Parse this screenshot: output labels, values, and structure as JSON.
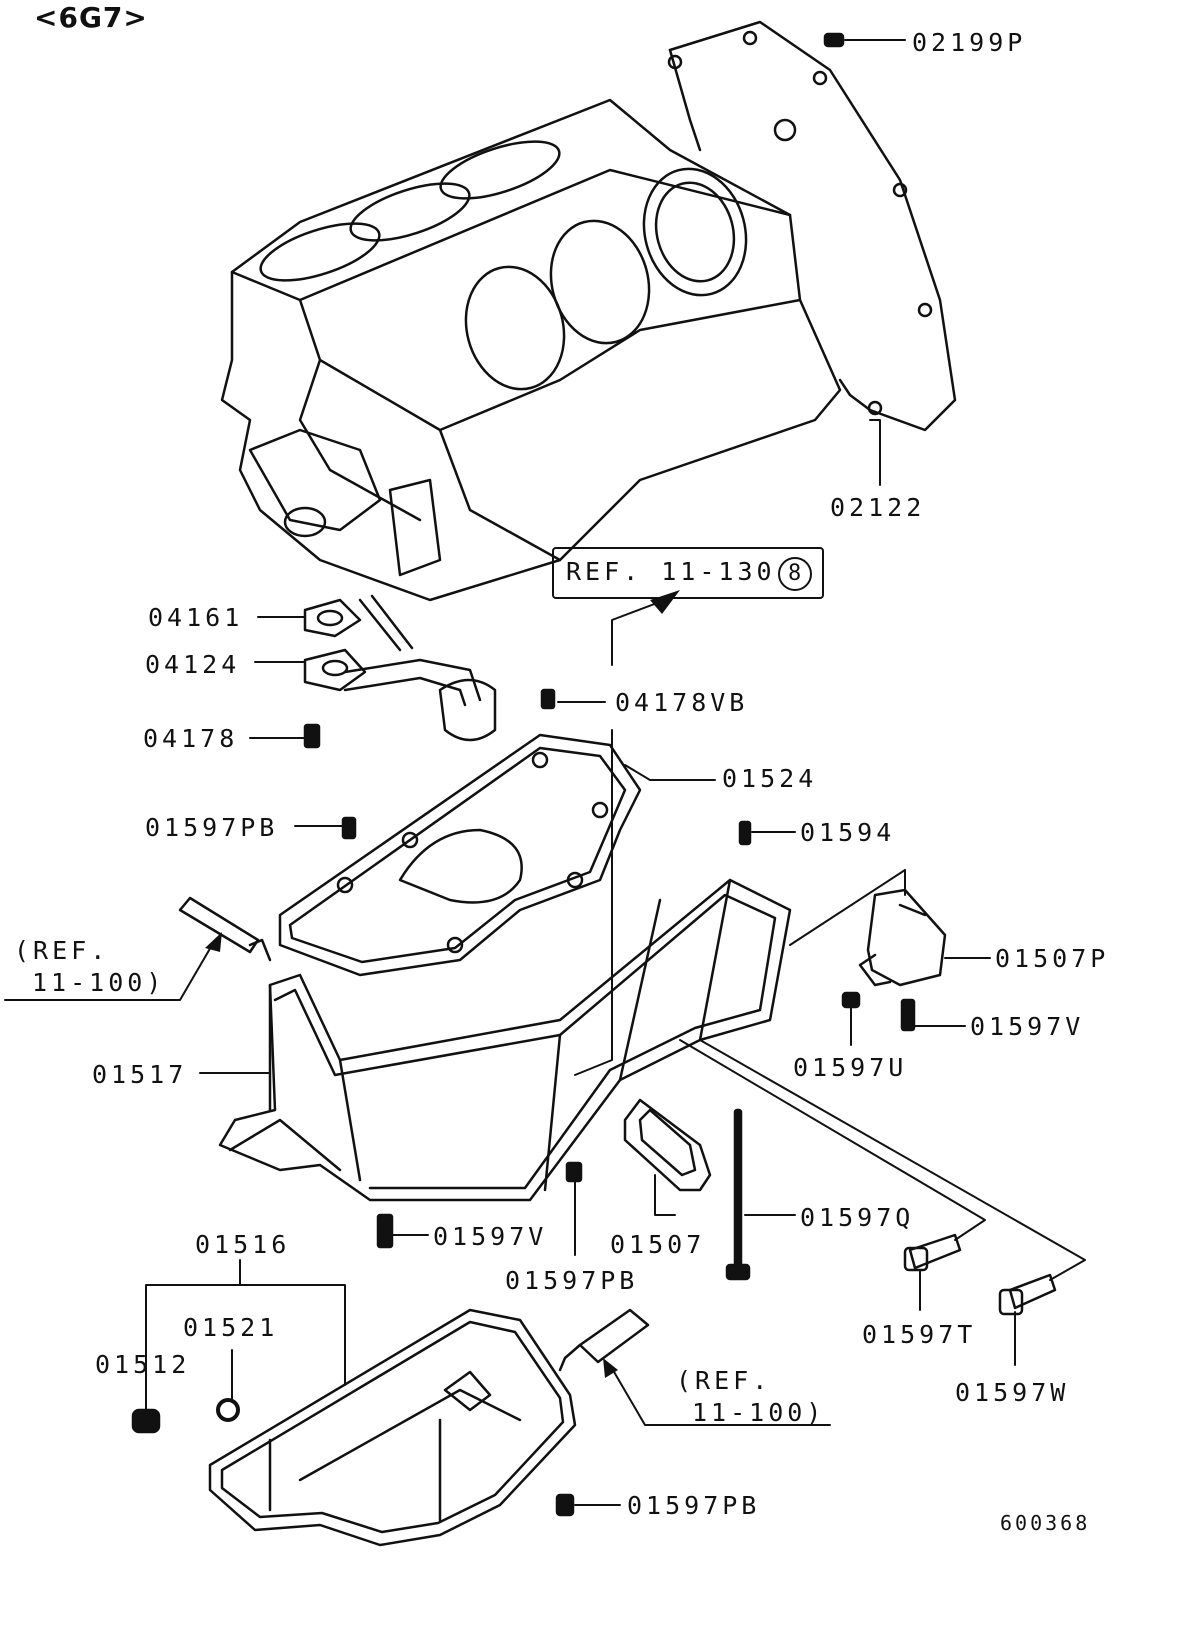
{
  "header": {
    "engine_code": "<6G7>"
  },
  "footer": {
    "diagram_number": "600368"
  },
  "colors": {
    "line": "#111111",
    "background": "#ffffff"
  },
  "reference": {
    "box_text": "REF. 11-130",
    "box_circle": "8",
    "callout_upper": {
      "line1": "(REF.",
      "line2": "11-100)"
    },
    "callout_lower": {
      "line1": "(REF.",
      "line2": "11-100)"
    }
  },
  "parts": [
    {
      "id": "p1",
      "number": "02199P"
    },
    {
      "id": "p2",
      "number": "02122"
    },
    {
      "id": "p3",
      "number": "04161"
    },
    {
      "id": "p4",
      "number": "04124"
    },
    {
      "id": "p5",
      "number": "04178VB"
    },
    {
      "id": "p6",
      "number": "04178"
    },
    {
      "id": "p7",
      "number": "01524"
    },
    {
      "id": "p8",
      "number": "01597PB"
    },
    {
      "id": "p9",
      "number": "01594"
    },
    {
      "id": "p10",
      "number": "01507P"
    },
    {
      "id": "p11",
      "number": "01597V"
    },
    {
      "id": "p12",
      "number": "01597U"
    },
    {
      "id": "p13",
      "number": "01517"
    },
    {
      "id": "p14",
      "number": "01597V"
    },
    {
      "id": "p15",
      "number": "01507"
    },
    {
      "id": "p16",
      "number": "01597Q"
    },
    {
      "id": "p17",
      "number": "01597PB"
    },
    {
      "id": "p18",
      "number": "01516"
    },
    {
      "id": "p19",
      "number": "01521"
    },
    {
      "id": "p20",
      "number": "01512"
    },
    {
      "id": "p21",
      "number": "01597T"
    },
    {
      "id": "p22",
      "number": "01597W"
    },
    {
      "id": "p23",
      "number": "01597PB"
    }
  ]
}
